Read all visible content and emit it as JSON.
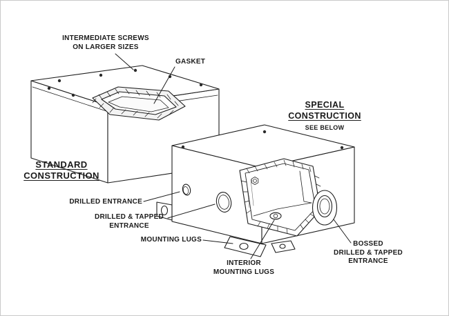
{
  "diagram": {
    "background": "#ffffff",
    "line_color": "#1c1c1c",
    "labels": {
      "intermediate_screws": "INTERMEDIATE SCREWS\nON LARGER SIZES",
      "gasket": "GASKET",
      "special_construction": "SPECIAL\nCONSTRUCTION",
      "see_below": "SEE BELOW",
      "standard_construction": "STANDARD\nCONSTRUCTION",
      "drilled_entrance": "DRILLED ENTRANCE",
      "drilled_tapped_entrance": "DRILLED & TAPPED\nENTRANCE",
      "mounting_lugs": "MOUNTING LUGS",
      "interior_mounting_lugs": "INTERIOR\nMOUNTING LUGS",
      "bossed_entrance": "BOSSED\nDRILLED & TAPPED\nENTRANCE"
    }
  }
}
